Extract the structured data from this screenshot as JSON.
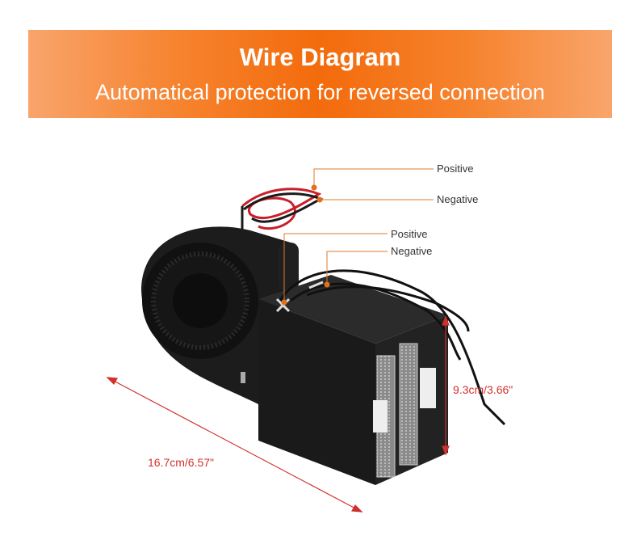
{
  "banner": {
    "title": "Wire Diagram",
    "subtitle": "Automatical protection for reversed connection"
  },
  "callouts": {
    "fan_positive": "Positive",
    "fan_negative": "Negative",
    "heater_positive": "Positive",
    "heater_negative": "Negative"
  },
  "dimensions": {
    "length": "16.7cm/6.57\"",
    "height": "9.3cm/3.66\""
  },
  "colors": {
    "banner": "#f36b0c",
    "callout_line": "#e07a2c",
    "dimension": "#d0312d"
  }
}
